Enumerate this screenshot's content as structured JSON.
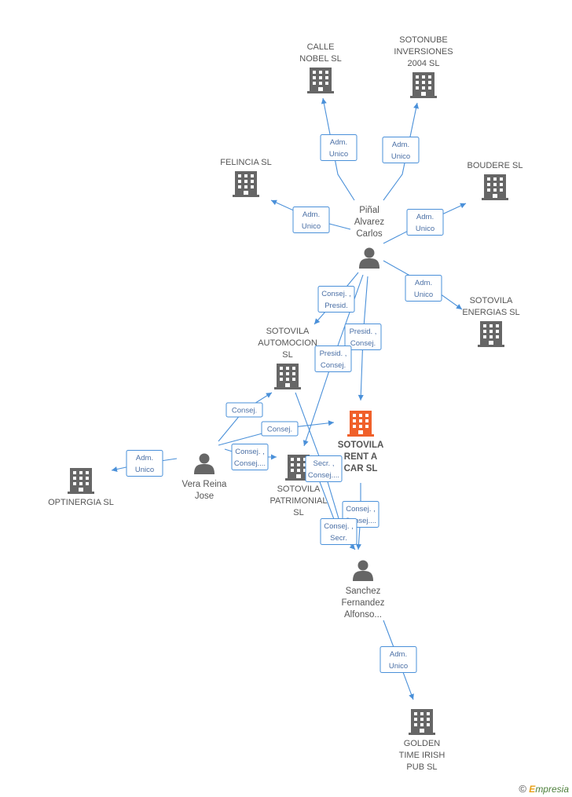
{
  "colors": {
    "edge": "#4a90d9",
    "company": "#666666",
    "main_company": "#f0602a",
    "person": "#666666"
  },
  "companies": [
    {
      "id": "calle_nobel",
      "lines": [
        "CALLE",
        "NOBEL SL"
      ]
    },
    {
      "id": "sotonube",
      "lines": [
        "SOTONUBE",
        "INVERSIONES",
        "2004 SL"
      ]
    },
    {
      "id": "felincia",
      "lines": [
        "FELINCIA SL"
      ]
    },
    {
      "id": "boudere",
      "lines": [
        "BOUDERE SL"
      ]
    },
    {
      "id": "sotovila_energias",
      "lines": [
        "SOTOVILA",
        "ENERGIAS SL"
      ]
    },
    {
      "id": "sotovila_automocion",
      "lines": [
        "SOTOVILA",
        "AUTOMOCION",
        "SL"
      ]
    },
    {
      "id": "sotovila_renta",
      "lines": [
        "SOTOVILA",
        "RENT A",
        "CAR SL"
      ],
      "main": true
    },
    {
      "id": "sotovila_patrimonial",
      "lines": [
        "SOTOVILA",
        "PATRIMONIAL",
        "SL"
      ]
    },
    {
      "id": "optinergia",
      "lines": [
        "OPTINERGIA SL"
      ]
    },
    {
      "id": "golden_time",
      "lines": [
        "GOLDEN",
        "TIME IRISH",
        "PUB SL"
      ]
    }
  ],
  "persons": [
    {
      "id": "pinal",
      "lines": [
        "Piñal",
        "Alvarez",
        "Carlos"
      ]
    },
    {
      "id": "vera",
      "lines": [
        "Vera Reina",
        "Jose"
      ]
    },
    {
      "id": "sanchez",
      "lines": [
        "Sanchez",
        "Fernandez",
        "Alfonso..."
      ]
    }
  ],
  "relations": [
    {
      "id": "r1",
      "lines": [
        "Adm.",
        "Unico"
      ]
    },
    {
      "id": "r2",
      "lines": [
        "Adm.",
        "Unico"
      ]
    },
    {
      "id": "r3",
      "lines": [
        "Adm.",
        "Unico"
      ]
    },
    {
      "id": "r4",
      "lines": [
        "Adm.",
        "Unico"
      ]
    },
    {
      "id": "r5",
      "lines": [
        "Adm.",
        "Unico"
      ]
    },
    {
      "id": "r6",
      "lines": [
        "Consej. ,",
        "Presid."
      ]
    },
    {
      "id": "r7",
      "lines": [
        "Presid. ,",
        "Consej."
      ]
    },
    {
      "id": "r8",
      "lines": [
        "Presid. ,",
        "Consej."
      ]
    },
    {
      "id": "r9",
      "lines": [
        "Consej."
      ]
    },
    {
      "id": "r10",
      "lines": [
        "Consej."
      ]
    },
    {
      "id": "r11",
      "lines": [
        "Consej. ,",
        "Consej...."
      ]
    },
    {
      "id": "r12",
      "lines": [
        "Adm.",
        "Unico"
      ]
    },
    {
      "id": "r13",
      "lines": [
        "Secr. ,",
        "Consej...."
      ]
    },
    {
      "id": "r14",
      "lines": [
        "Consej. ,",
        "Consej...."
      ]
    },
    {
      "id": "r15",
      "lines": [
        "Consej. ,",
        "Secr."
      ]
    },
    {
      "id": "r16",
      "lines": [
        "Adm.",
        "Unico"
      ]
    }
  ],
  "brand": {
    "symbol": "©",
    "initial": "E",
    "name": "mpresia"
  }
}
